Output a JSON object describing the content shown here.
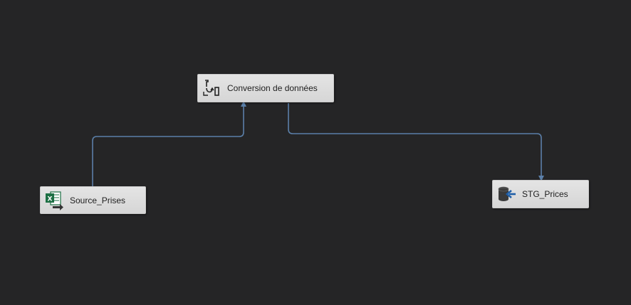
{
  "diagram": {
    "nodes": {
      "conversion": {
        "label": "Conversion de données",
        "icon": "data-conversion-icon"
      },
      "source": {
        "label": "Source_Prises",
        "icon": "excel-source-icon"
      },
      "destination": {
        "label": "STG_Prices",
        "icon": "database-destination-icon"
      }
    },
    "connections": [
      {
        "from": "Source_Prises",
        "to": "Conversion de données"
      },
      {
        "from": "Conversion de données",
        "to": "STG_Prices"
      }
    ],
    "colors": {
      "background": "#252526",
      "connector": "#5b7fa8",
      "node_fill": "#dcdcdc",
      "excel_green": "#1d7044",
      "destination_blue": "#1f5fa8"
    }
  }
}
